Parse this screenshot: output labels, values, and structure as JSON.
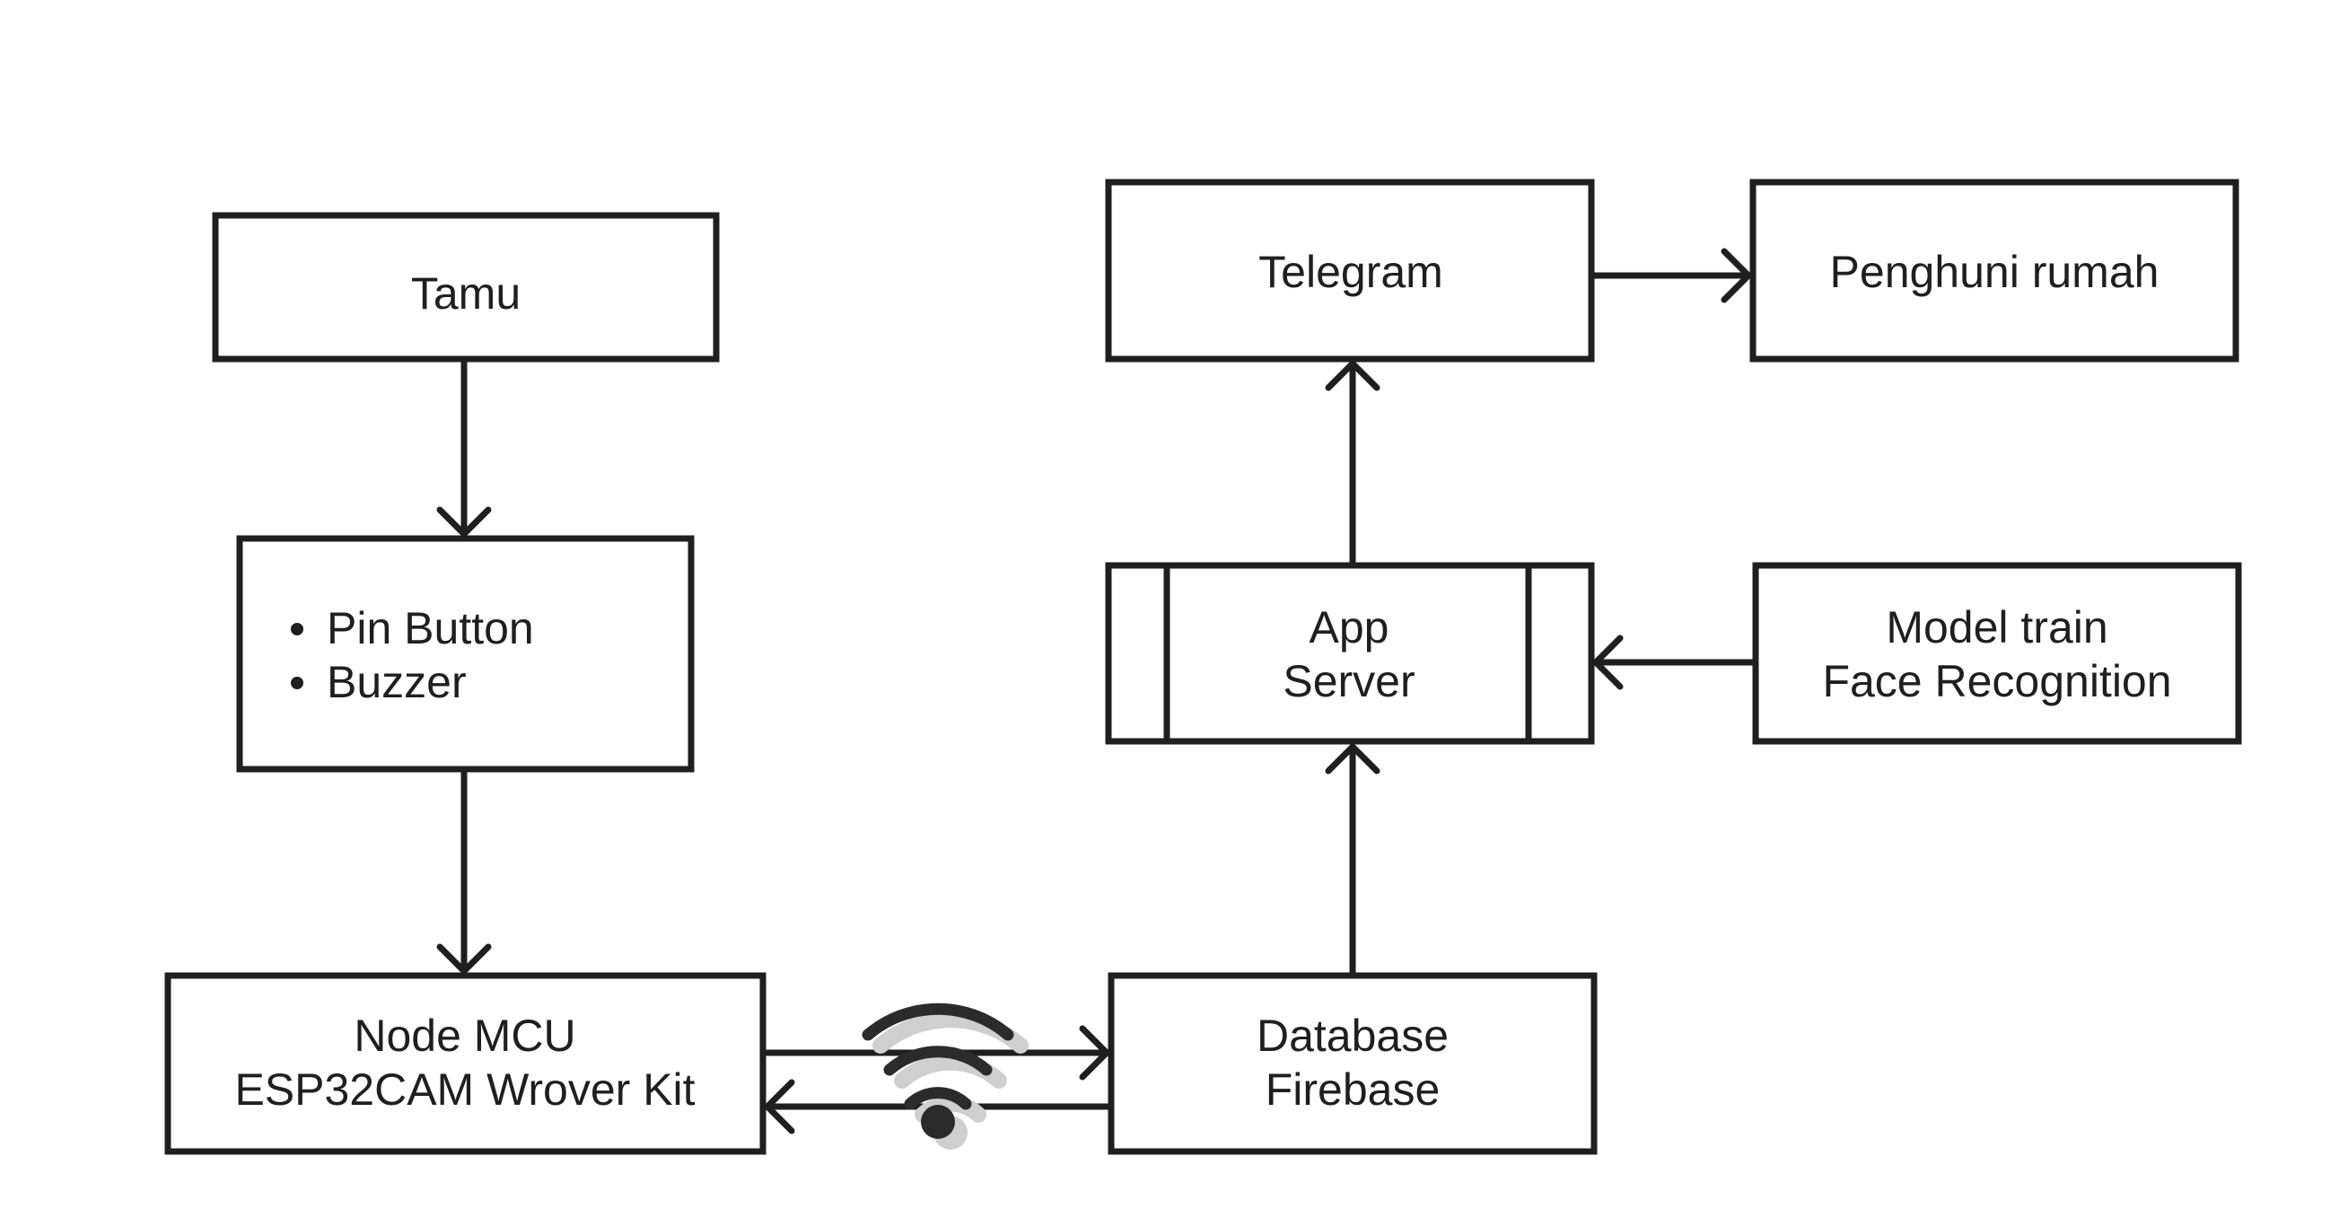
{
  "nodes": {
    "tamu": {
      "lines": [
        "Tamu"
      ]
    },
    "input": {
      "bullets": [
        "Pin Button",
        "Buzzer"
      ]
    },
    "nodemcu": {
      "lines": [
        "Node MCU",
        "ESP32CAM Wrover Kit"
      ]
    },
    "database": {
      "lines": [
        "Database",
        "Firebase"
      ]
    },
    "appserver": {
      "lines": [
        "App",
        "Server"
      ]
    },
    "telegram": {
      "lines": [
        "Telegram"
      ]
    },
    "penghuni": {
      "lines": [
        "Penghuni rumah"
      ]
    },
    "model": {
      "lines": [
        "Model train",
        "Face Recognition"
      ]
    }
  },
  "edges": [
    {
      "from": "tamu",
      "to": "input"
    },
    {
      "from": "input",
      "to": "nodemcu"
    },
    {
      "from": "nodemcu",
      "to": "database"
    },
    {
      "from": "database",
      "to": "nodemcu"
    },
    {
      "from": "database",
      "to": "appserver"
    },
    {
      "from": "appserver",
      "to": "telegram"
    },
    {
      "from": "telegram",
      "to": "penghuni"
    },
    {
      "from": "model",
      "to": "appserver"
    }
  ],
  "icons": {
    "connection": "wifi-icon"
  },
  "colors": {
    "stroke": "#1f1f1f",
    "background": "#ffffff",
    "wifi_shadow": "#cfcfcf"
  }
}
